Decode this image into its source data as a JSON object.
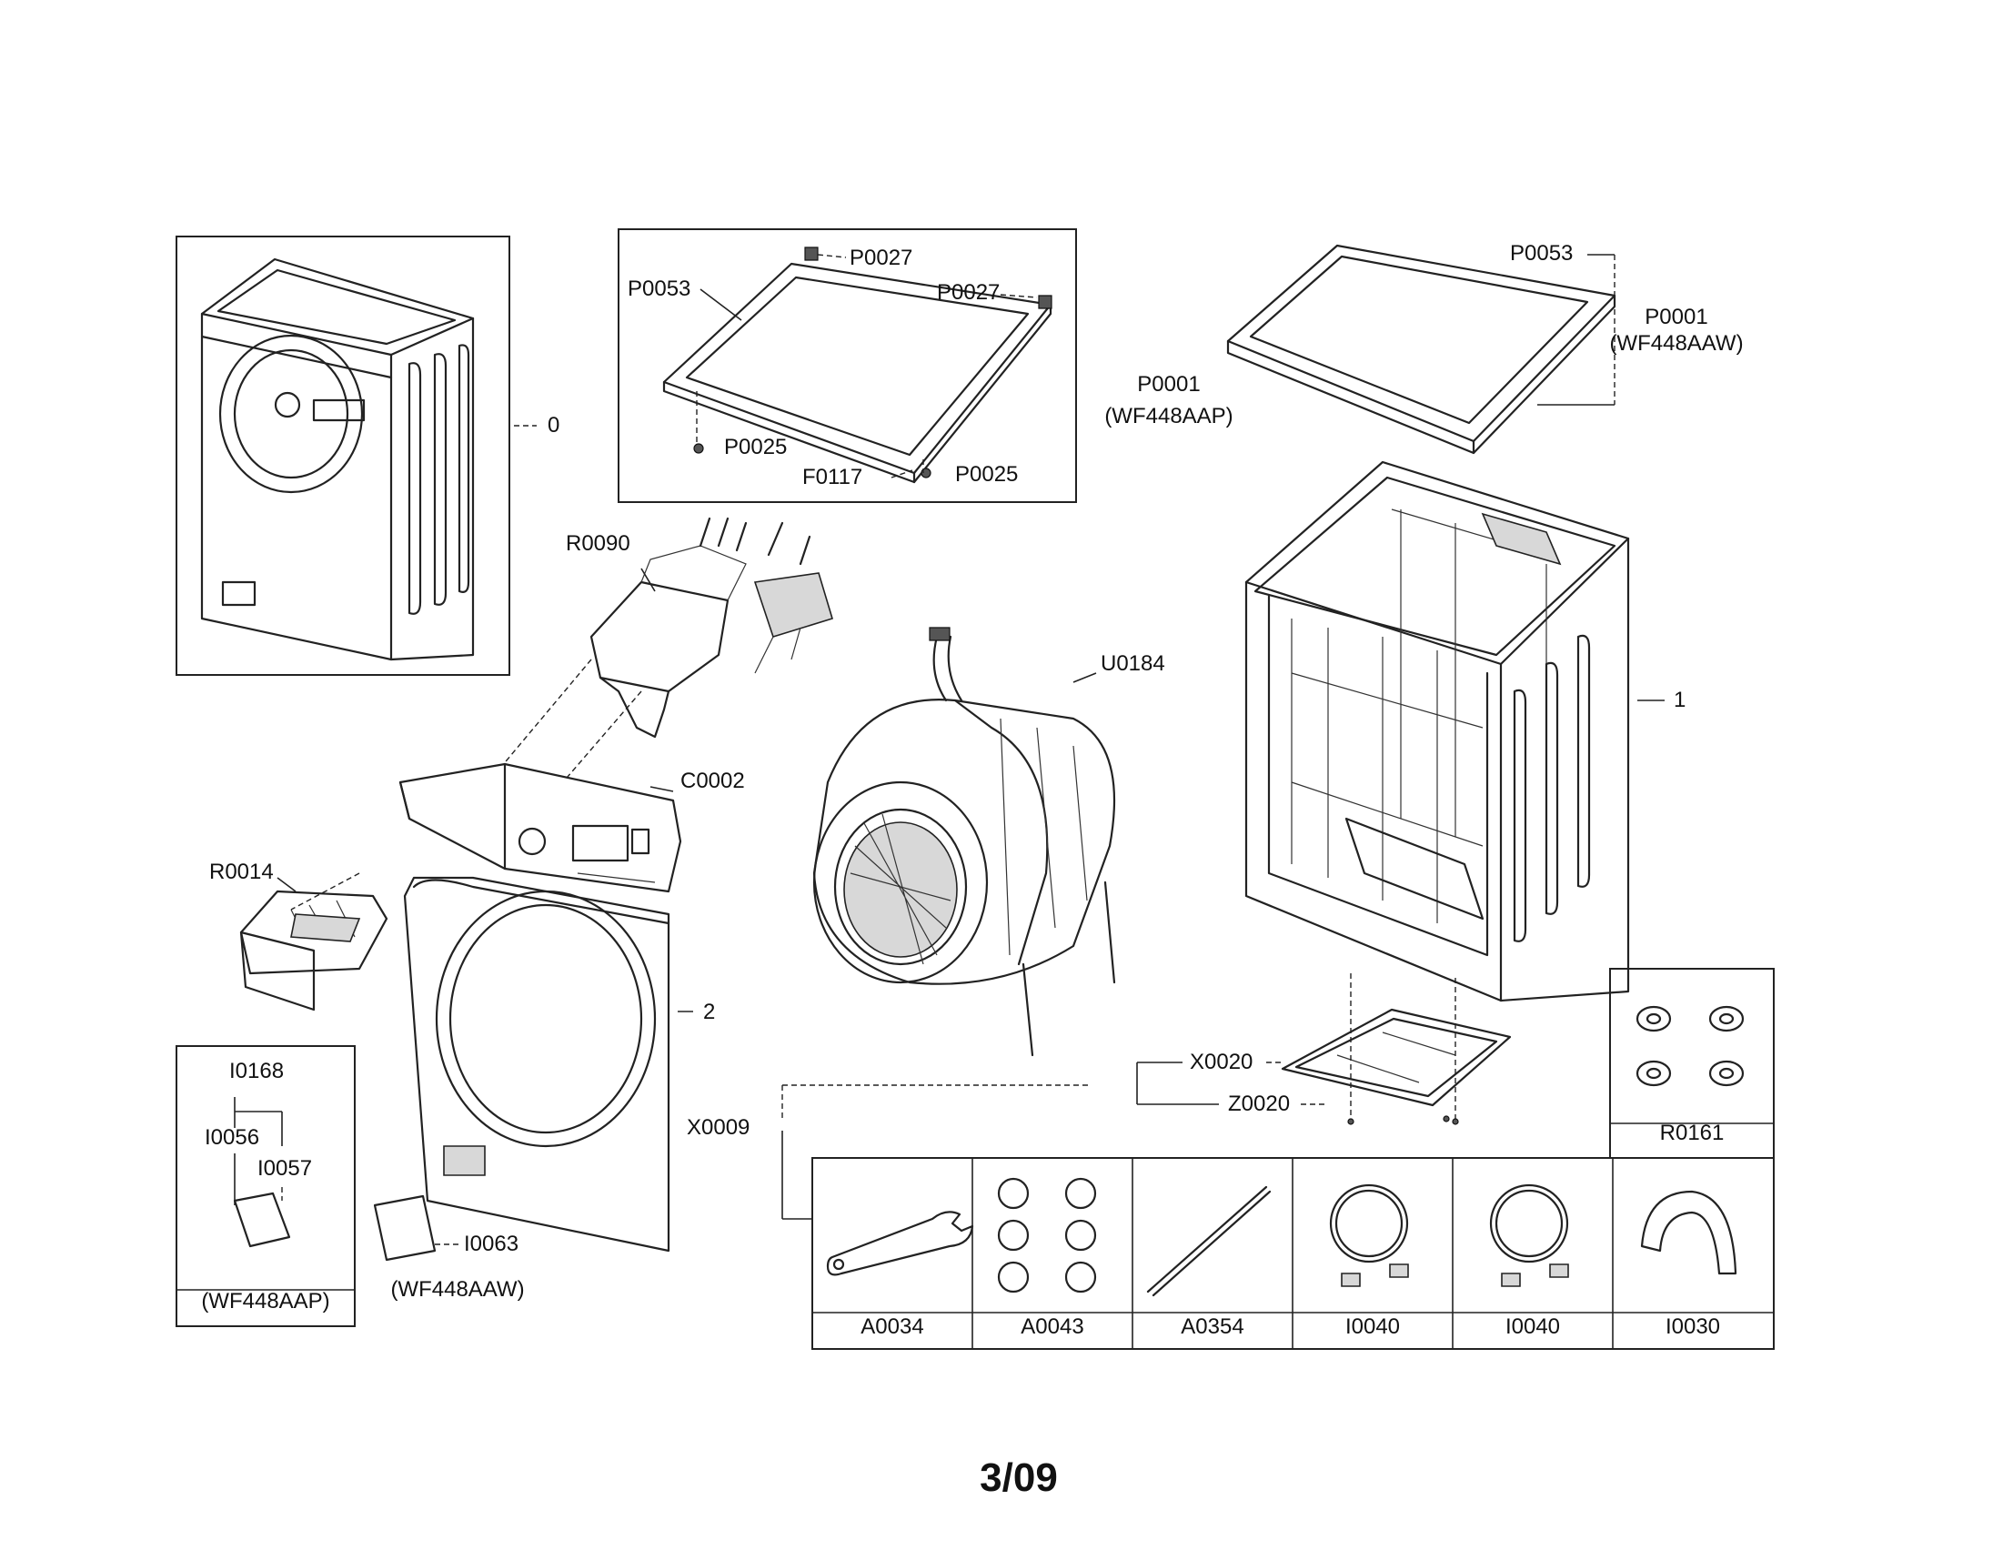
{
  "labels": {
    "l0": "0",
    "l1": "1",
    "l2": "2",
    "p0027a": "P0027",
    "p0027b": "P0027",
    "p0053a": "P0053",
    "p0053b": "P0053",
    "p0025a": "P0025",
    "p0025b": "P0025",
    "f0117": "F0117",
    "p0001a": "P0001",
    "p0001a_model": "(WF448AAP)",
    "p0001b": "P0001",
    "p0001b_model": "(WF448AAW)",
    "r0090": "R0090",
    "u0184": "U0184",
    "c0002": "C0002",
    "r0014": "R0014",
    "i0168": "I0168",
    "i0056": "I0056",
    "i0057": "I0057",
    "model_aap": "(WF448AAP)",
    "i0063": "I0063",
    "model_aaw": "(WF448AAW)",
    "x0009": "X0009",
    "x0020": "X0020",
    "z0020": "Z0020",
    "r0161": "R0161"
  },
  "accessories": [
    {
      "code": "A0034"
    },
    {
      "code": "A0043"
    },
    {
      "code": "A0354"
    },
    {
      "code": "I0040"
    },
    {
      "code": "I0040"
    },
    {
      "code": "I0030"
    }
  ],
  "page_number": "3/09"
}
